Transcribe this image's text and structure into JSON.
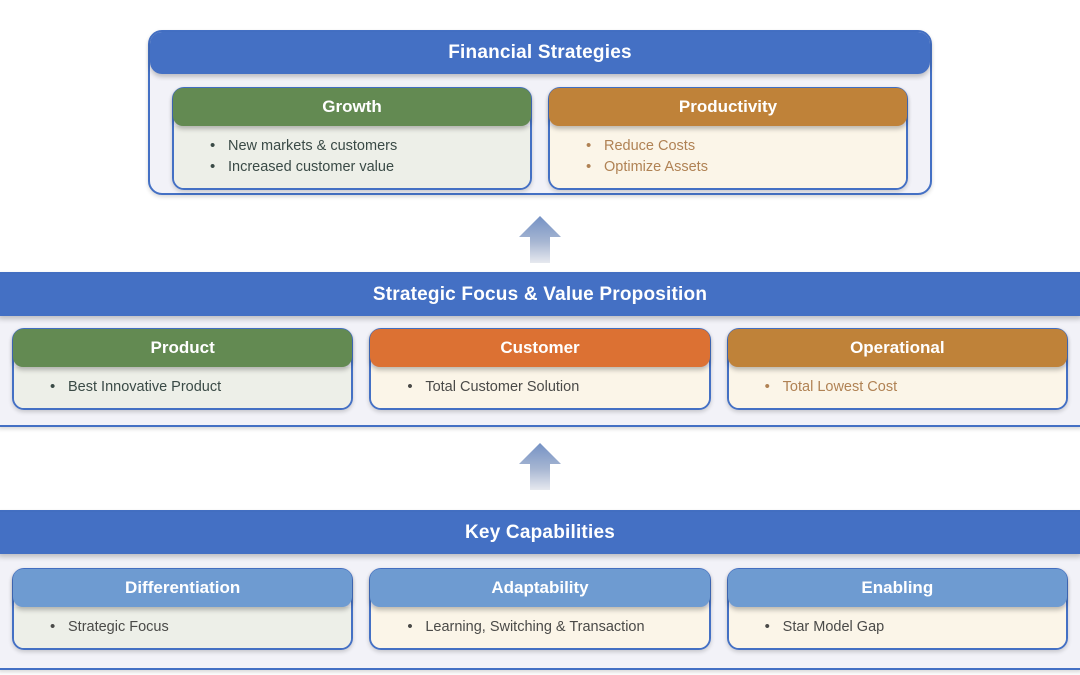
{
  "diagram": {
    "title": "Financial Strategies / Strategic Focus / Key Capabilities",
    "colors": {
      "primary_blue": "#4470C4",
      "light_blue": "#6E9BD1",
      "green": "#638A52",
      "ochre": "#BF8239",
      "orange": "#DC7133",
      "sage_body": "#EDEFE8",
      "cream_body": "#FBF5E8",
      "panel_bg": "#F2F2F8"
    },
    "sections": [
      {
        "id": "financial-strategies",
        "title": "Financial Strategies",
        "cards": [
          {
            "id": "growth",
            "header": "Growth",
            "theme": "green",
            "bullets": [
              "New markets & customers",
              "Increased customer value"
            ]
          },
          {
            "id": "productivity",
            "header": "Productivity",
            "theme": "ochre",
            "bullets": [
              "Reduce Costs",
              "Optimize Assets"
            ]
          }
        ]
      },
      {
        "id": "strategic-focus",
        "title": "Strategic Focus & Value Proposition",
        "cards": [
          {
            "id": "product",
            "header": "Product",
            "theme": "green",
            "bullets": [
              "Best Innovative Product"
            ]
          },
          {
            "id": "customer",
            "header": "Customer",
            "theme": "orange",
            "bullets": [
              "Total Customer Solution"
            ]
          },
          {
            "id": "operational",
            "header": "Operational",
            "theme": "ochre",
            "bullets": [
              "Total Lowest Cost"
            ]
          }
        ]
      },
      {
        "id": "key-capabilities",
        "title": "Key Capabilities",
        "cards": [
          {
            "id": "differentiation",
            "header": "Differentiation",
            "theme": "blue-sage",
            "bullets": [
              "Strategic Focus"
            ]
          },
          {
            "id": "adaptability",
            "header": "Adaptability",
            "theme": "blue-cream",
            "bullets": [
              "Learning, Switching & Transaction"
            ]
          },
          {
            "id": "enabling",
            "header": "Enabling",
            "theme": "blue-cream",
            "bullets": [
              "Star Model Gap"
            ]
          }
        ]
      }
    ],
    "connectors": [
      {
        "id": "arrow-capabilities-to-focus",
        "icon": "arrow-up-icon",
        "direction": "up"
      },
      {
        "id": "arrow-focus-to-financial",
        "icon": "arrow-up-icon",
        "direction": "up"
      }
    ]
  }
}
